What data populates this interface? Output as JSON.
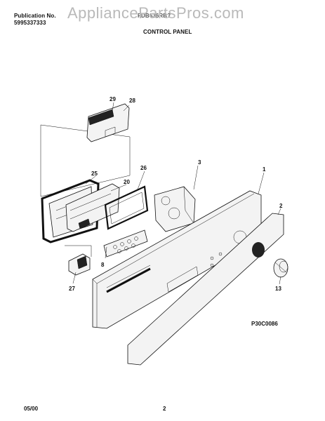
{
  "header": {
    "publication_label": "Publication No.",
    "publication_number": "5995337333",
    "model": "FDB636RB?",
    "section_title": "CONTROL PANEL"
  },
  "watermark": "AppliancePartsPros.com",
  "diagram": {
    "callouts": [
      "29",
      "28",
      "3",
      "1",
      "25",
      "26",
      "20",
      "2",
      "8",
      "27",
      "13"
    ],
    "figure_code": "P30C0086"
  },
  "footer": {
    "date": "05/00",
    "page": "2"
  }
}
